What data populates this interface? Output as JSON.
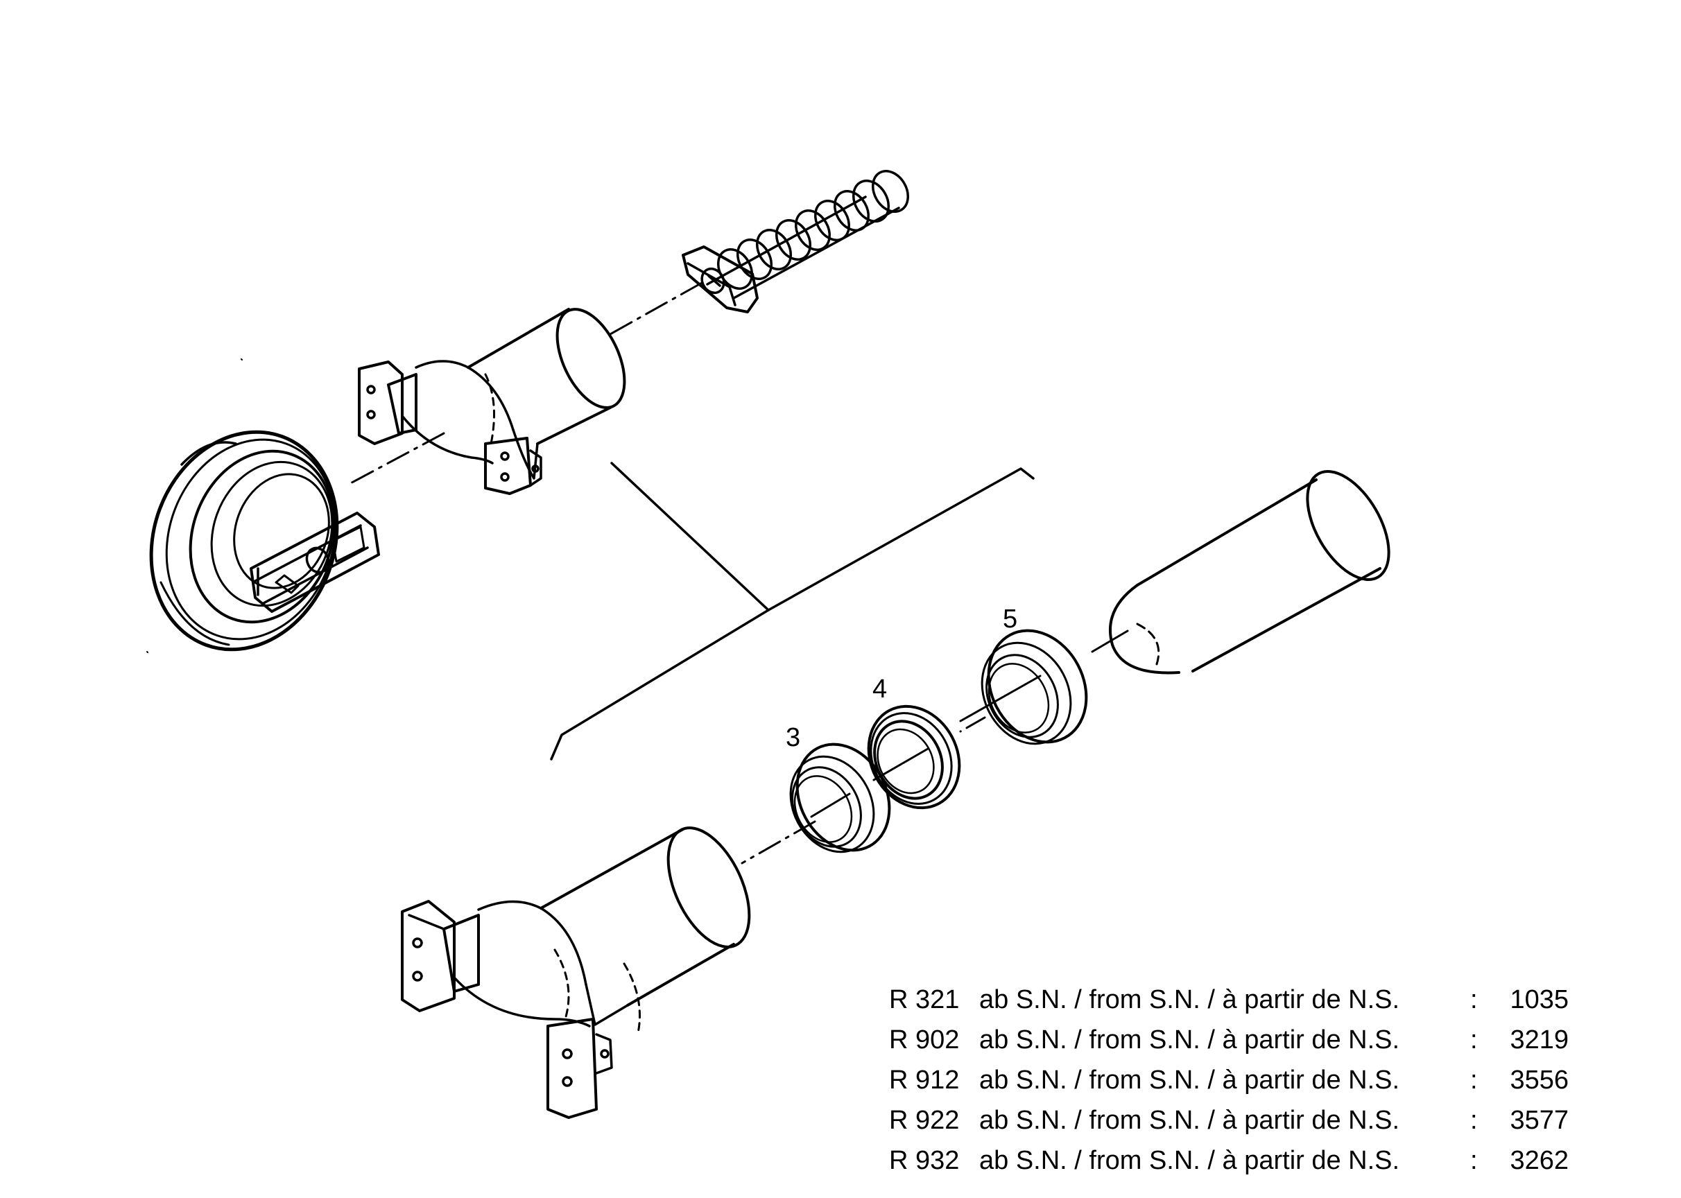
{
  "callouts": {
    "c3": "3",
    "c4": "4",
    "c5": "5"
  },
  "serial_table": {
    "rows": [
      {
        "model": "R 321",
        "text": "ab S.N. / from S.N. / à partir de N.S.",
        "sep": ":",
        "sn": "1035"
      },
      {
        "model": "R 902",
        "text": "ab S.N. / from S.N. / à partir de N.S.",
        "sep": ":",
        "sn": "3219"
      },
      {
        "model": "R 912",
        "text": "ab S.N. / from S.N. / à partir de N.S.",
        "sep": ":",
        "sn": "3556"
      },
      {
        "model": "R 922",
        "text": "ab S.N. / from S.N. / à partir de N.S.",
        "sep": ":",
        "sn": "3577"
      },
      {
        "model": "R 932",
        "text": "ab S.N. / from S.N. / à partir de N.S.",
        "sep": ":",
        "sn": "3262"
      }
    ]
  },
  "colors": {
    "ink": "#000000",
    "paper": "#ffffff"
  }
}
